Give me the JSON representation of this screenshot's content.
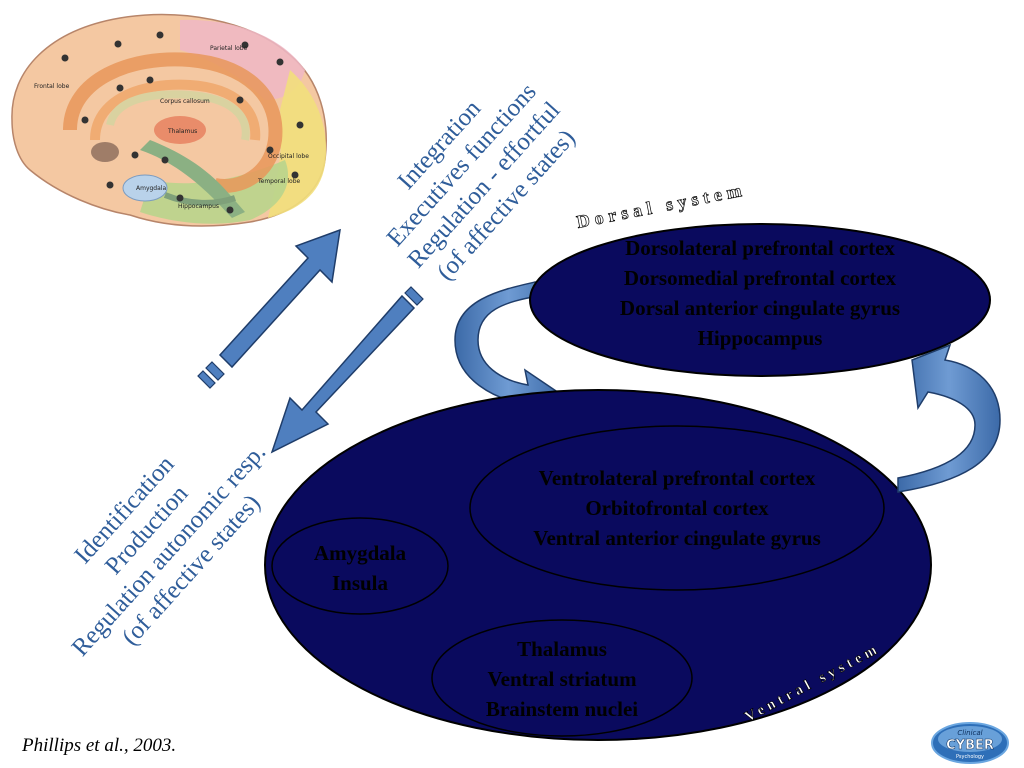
{
  "top_labels": [
    "Integration",
    "Executives functions",
    "Regulation - effortful",
    "(of affective states)"
  ],
  "left_labels": [
    "Identification",
    "Production",
    "Regulation autonomic resp.",
    "(of affective states)"
  ],
  "dorsal": {
    "title": "Dorsal system",
    "regions": [
      "Dorsolateral prefrontal cortex",
      "Dorsomedial prefrontal cortex",
      "Dorsal anterior cingulate gyrus",
      "Hippocampus"
    ]
  },
  "ventral": {
    "title": "Ventral system",
    "prefrontal": [
      "Ventrolateral prefrontal cortex",
      "Orbitofrontal cortex",
      "Ventral anterior cingulate gyrus"
    ],
    "limbic": [
      "Amygdala",
      "Insula"
    ],
    "subcortical": [
      "Thalamus",
      "Ventral striatum",
      "Brainstem nuclei"
    ]
  },
  "brain_labels": {
    "frontal": "Frontal lobe",
    "parietal": "Parietal lobe",
    "corpus_callosum": "Corpus callosum",
    "thalamus": "Thalamus",
    "occipital": "Occipital lobe",
    "temporal": "Temporal lobe",
    "amygdala": "Amygdala",
    "hippocampus": "Hippocampus"
  },
  "citation": "Phillips et al., 2003.",
  "logo": {
    "top": "Clinical",
    "main": "CYBER",
    "bottom": "Psychology"
  },
  "colors": {
    "ellipse_fill": "#0a0a5e",
    "arrow_fill": "#4f7fbf",
    "text_blue": "#2f5d9a"
  }
}
